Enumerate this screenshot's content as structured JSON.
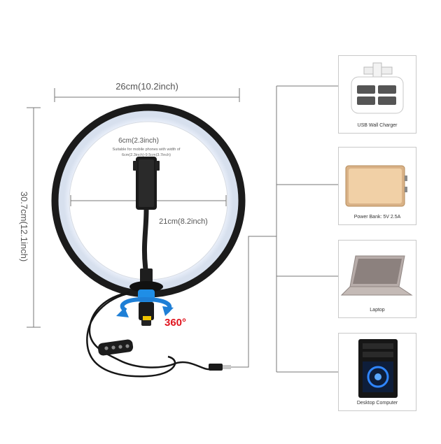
{
  "dimensions": {
    "width_label": "26cm",
    "width_label_inch": "(10.2inch)",
    "height_label": "30.7cm",
    "height_label_inch": "(12.1inch)",
    "holder_label": "6cm",
    "holder_label_inch": "(2.3inch)",
    "holder_note_1": "Suitable for mobile phones with width of",
    "holder_note_2": "6cm(2.3inch)-9.5cm(3.7inch)",
    "inner_label": "21cm",
    "inner_label_inch": "(8.2inch)",
    "rotation_label": "360°"
  },
  "power_sources": [
    {
      "label": "USB Wall Charger",
      "icon": "usb-wall-charger-icon"
    },
    {
      "label": "Power Bank: 5V 2.5A",
      "icon": "power-bank-icon"
    },
    {
      "label": "Laptop",
      "icon": "laptop-icon"
    },
    {
      "label": "Desktop Computer",
      "icon": "desktop-computer-icon"
    }
  ],
  "colors": {
    "accent_red": "#e0141e",
    "rotation_blue": "#1e7fd6",
    "line_gray": "#777777"
  }
}
